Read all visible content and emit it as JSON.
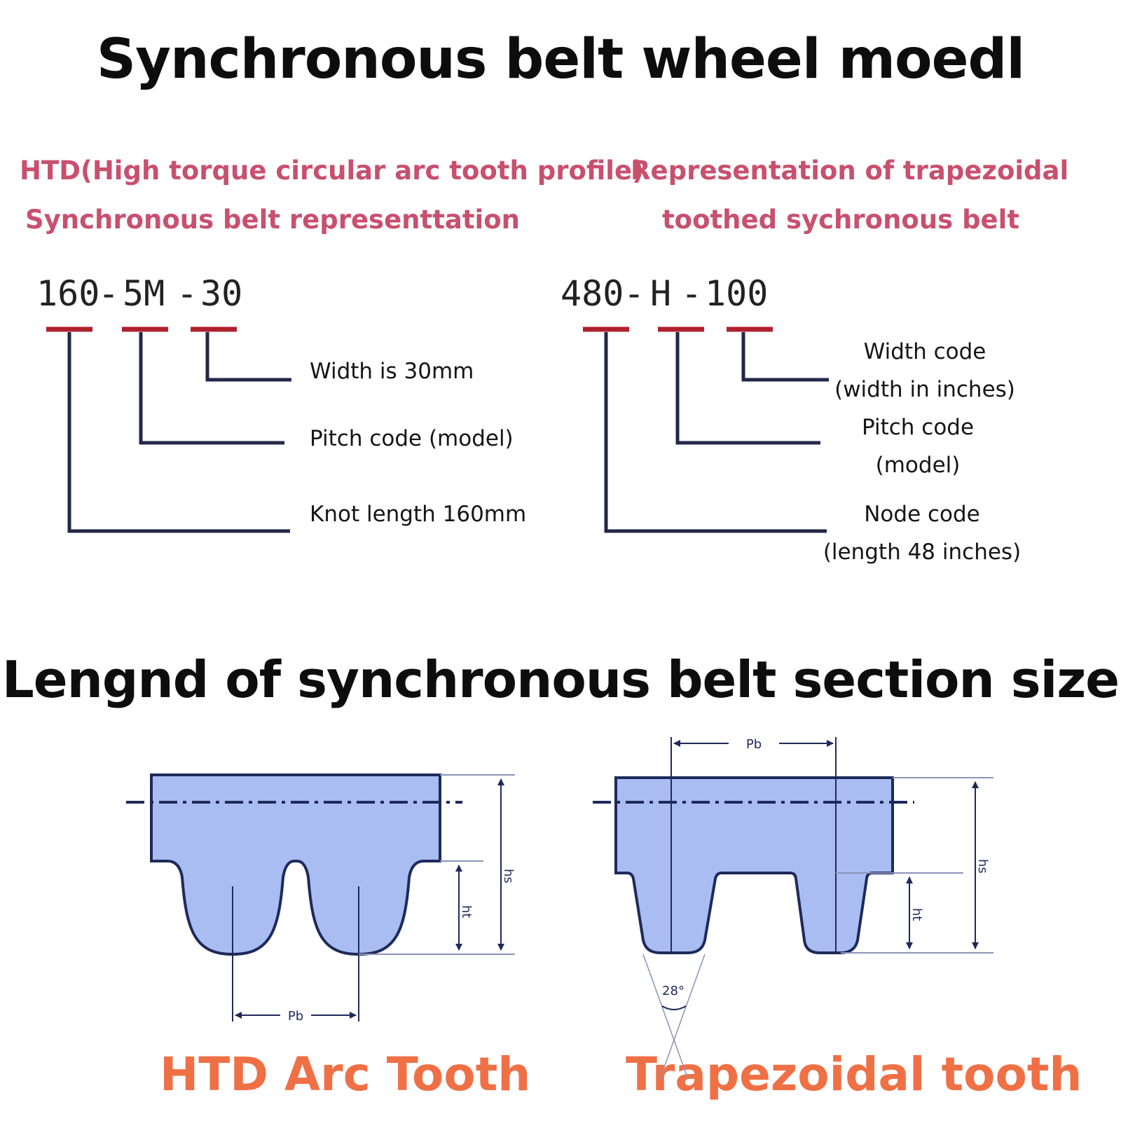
{
  "top_title": "Synchronous belt wheel moedl",
  "htd": {
    "heading_line1": "HTD(High torque circular arc tooth profile)",
    "heading_line2": "Synchronous belt representtation",
    "code_parts": [
      "160",
      "-",
      "5M",
      "-",
      "30"
    ],
    "labels": {
      "width": "Width is 30mm",
      "pitch": "Pitch code (model)",
      "length": "Knot length 160mm"
    }
  },
  "trap": {
    "heading_line1": "Representation of trapezoidal",
    "heading_line2": "toothed sychronous belt",
    "code_parts": [
      "480",
      "-",
      "H",
      "-",
      "100"
    ],
    "labels": {
      "width_line1": "Width code",
      "width_line2": "(width in inches)",
      "pitch_line1": "Pitch code",
      "pitch_line2": "(model)",
      "node_line1": "Node code",
      "node_line2": "(length 48 inches)"
    }
  },
  "section_title": "Lengnd of synchronous belt section size",
  "diagram_labels": {
    "pb": "Pb",
    "hs": "hs",
    "ht": "ht",
    "angle": "28°"
  },
  "bottom_labels": {
    "left": "HTD Arc Tooth",
    "right": "Trapezoidal tooth"
  },
  "colors": {
    "pink_text": "#c8506e",
    "orange_text": "#f07045",
    "underline_red": "#b0202c",
    "leader_navy": "#23284a",
    "belt_fill": "#a9bdf2",
    "belt_stroke": "#1e2a5a"
  }
}
